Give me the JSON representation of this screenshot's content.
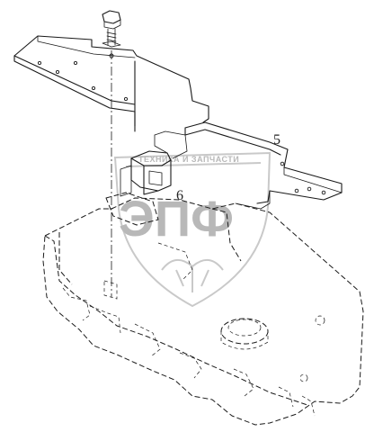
{
  "callouts": [
    {
      "id": "part-5",
      "text": "5"
    },
    {
      "id": "part-6",
      "text": "6"
    }
  ],
  "watermark": {
    "small_text": "ТЕХНИКА И ЗАПЧАСТИ",
    "large_text": "ЭПФ"
  },
  "colors": {
    "line": "#1a1a1a",
    "watermark": "#c9c9c9",
    "background": "#ffffff"
  }
}
